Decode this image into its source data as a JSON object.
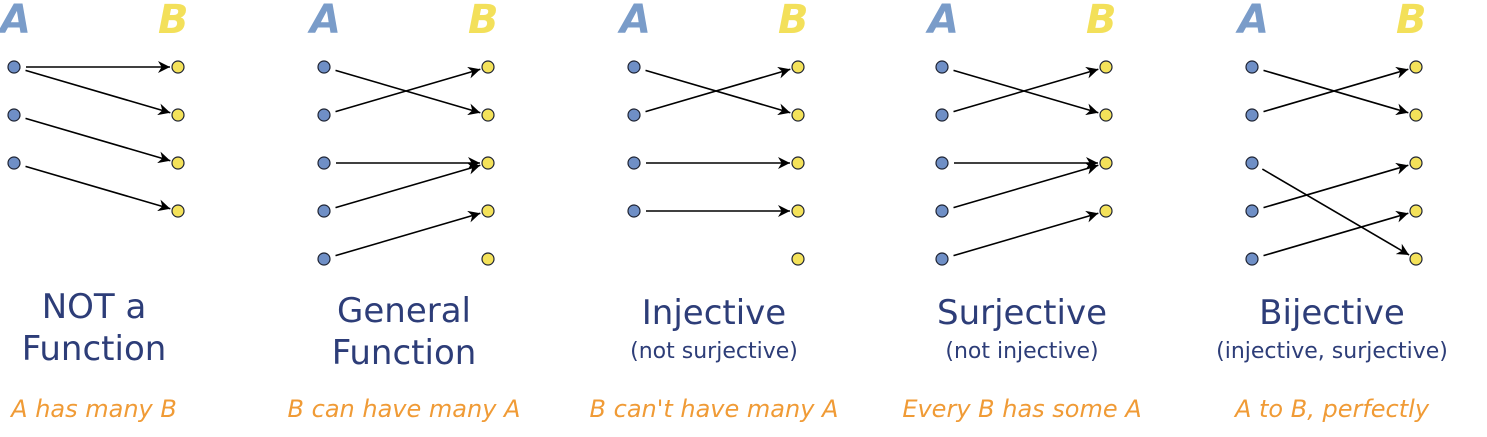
{
  "colors": {
    "set_a_label": "#7a9cc9",
    "set_b_label": "#f3e05a",
    "a_dot": "#6f8fc6",
    "b_dot": "#f4e25a",
    "title": "#2d3d78",
    "caption": "#f09b36",
    "arrow": "#000000"
  },
  "panels": [
    {
      "set_a_label": "A",
      "set_b_label": "B",
      "a_count": 3,
      "b_count": 4,
      "mappings": [
        [
          1,
          1
        ],
        [
          1,
          2
        ],
        [
          2,
          3
        ],
        [
          3,
          4
        ]
      ],
      "title_lines": [
        "NOT a",
        "Function"
      ],
      "subtitle": "",
      "caption": "A has many B"
    },
    {
      "set_a_label": "A",
      "set_b_label": "B",
      "a_count": 5,
      "b_count": 5,
      "mappings": [
        [
          1,
          2
        ],
        [
          2,
          1
        ],
        [
          3,
          3
        ],
        [
          4,
          3
        ],
        [
          5,
          4
        ]
      ],
      "title_lines": [
        "General",
        "Function"
      ],
      "subtitle": "",
      "caption": "B can have many A"
    },
    {
      "set_a_label": "A",
      "set_b_label": "B",
      "a_count": 4,
      "b_count": 5,
      "mappings": [
        [
          1,
          2
        ],
        [
          2,
          1
        ],
        [
          3,
          3
        ],
        [
          4,
          4
        ]
      ],
      "title_lines": [
        "Injective"
      ],
      "subtitle": "(not surjective)",
      "caption": "B can't have many A"
    },
    {
      "set_a_label": "A",
      "set_b_label": "B",
      "a_count": 5,
      "b_count": 4,
      "mappings": [
        [
          1,
          2
        ],
        [
          2,
          1
        ],
        [
          3,
          3
        ],
        [
          4,
          3
        ],
        [
          5,
          4
        ]
      ],
      "title_lines": [
        "Surjective"
      ],
      "subtitle": "(not injective)",
      "caption": "Every B has some A"
    },
    {
      "set_a_label": "A",
      "set_b_label": "B",
      "a_count": 5,
      "b_count": 5,
      "mappings": [
        [
          1,
          2
        ],
        [
          2,
          1
        ],
        [
          3,
          5
        ],
        [
          4,
          3
        ],
        [
          5,
          4
        ]
      ],
      "title_lines": [
        "Bijective"
      ],
      "subtitle": "(injective, surjective)",
      "caption": "A to B, perfectly"
    }
  ]
}
